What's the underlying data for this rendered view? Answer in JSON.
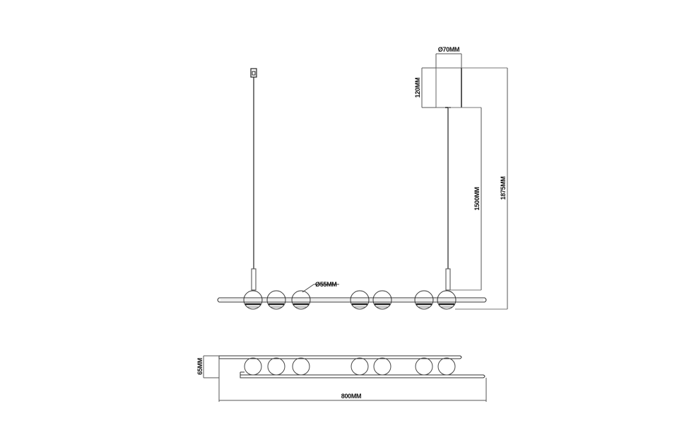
{
  "drawing": {
    "title": "Linear pendant light technical drawing",
    "views": [
      "front-elevation",
      "top-plan"
    ],
    "line_color": "#333333",
    "background": "#ffffff"
  },
  "dimensions": {
    "canopy_diameter": "Ø70MM",
    "canopy_height": "120MM",
    "cable_length": "1500MM",
    "overall_height": "1875MM",
    "globe_diameter": "Ø55MM",
    "depth": "65MM",
    "length": "800MM"
  },
  "front_view": {
    "globe_count": 7,
    "globe_centers_x": [
      358,
      391,
      426,
      509,
      541,
      600,
      632
    ]
  },
  "top_view": {
    "globe_count": 7,
    "globe_centers_x": [
      358,
      391,
      426,
      509,
      541,
      600,
      632
    ]
  }
}
